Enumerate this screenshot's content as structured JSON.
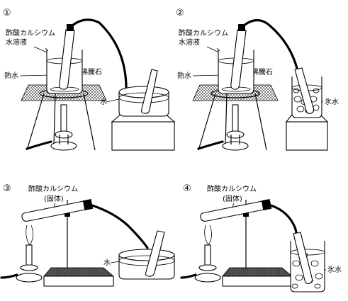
{
  "panels": [
    {
      "number": "①",
      "labels": {
        "reagent_line1": "酢酸カルシウム",
        "reagent_line2": "水溶液",
        "hot_water": "熱水",
        "boiling_stone": "沸騰石",
        "water": "水"
      }
    },
    {
      "number": "②",
      "labels": {
        "reagent_line1": "酢酸カルシウム",
        "reagent_line2": "水溶液",
        "hot_water": "熱水",
        "boiling_stone": "沸騰石",
        "ice_water": "氷水"
      }
    },
    {
      "number": "③",
      "labels": {
        "reagent_line1": "酢酸カルシウム",
        "reagent_line2": "(固体)",
        "water": "水"
      }
    },
    {
      "number": "④",
      "labels": {
        "reagent_line1": "酢酸カルシウム",
        "reagent_line2": "(固体)",
        "ice_water": "氷水"
      }
    }
  ]
}
